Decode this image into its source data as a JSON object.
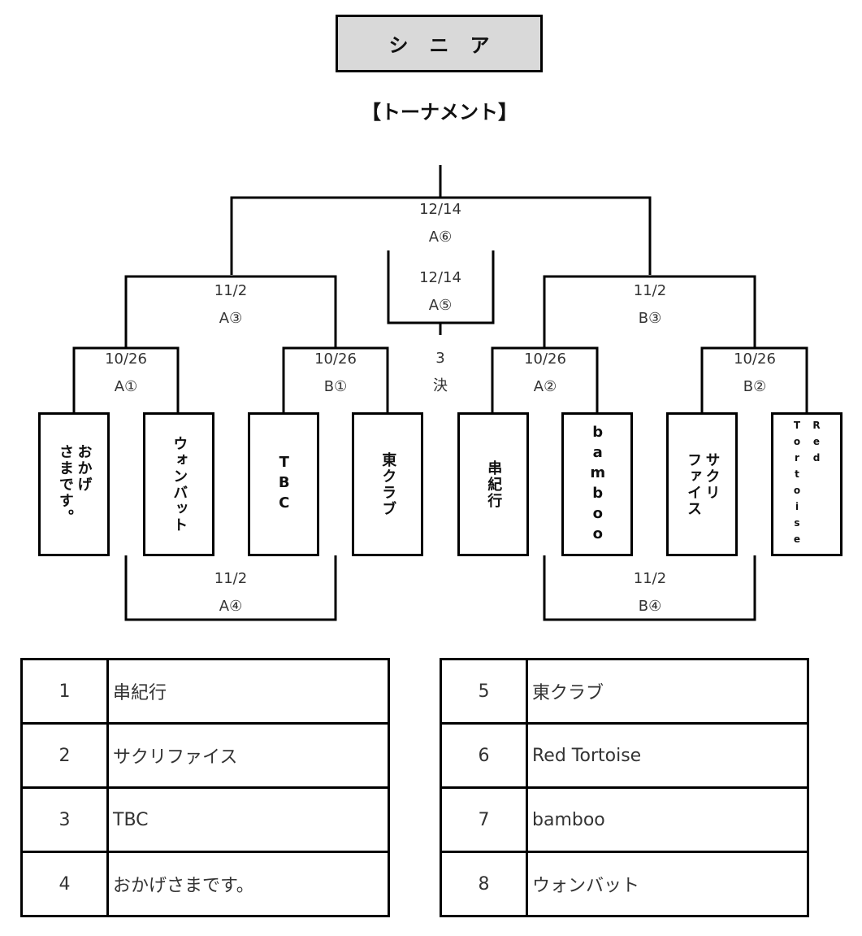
{
  "header": {
    "title": "シニア",
    "subtitle": "【トーナメント】"
  },
  "bracket": {
    "final": {
      "date": "12/14",
      "match": "A⑥"
    },
    "third_place": {
      "date": "12/14",
      "match": "A⑤"
    },
    "third_place_label": {
      "line1": "3",
      "line2": "決"
    },
    "semifinals": [
      {
        "date": "11/2",
        "match": "A③"
      },
      {
        "date": "11/2",
        "match": "B③"
      }
    ],
    "first_round": [
      {
        "date": "10/26",
        "match": "A①"
      },
      {
        "date": "10/26",
        "match": "B①"
      },
      {
        "date": "10/26",
        "match": "A②"
      },
      {
        "date": "10/26",
        "match": "B②"
      }
    ],
    "consolation": [
      {
        "date": "11/2",
        "match": "A④"
      },
      {
        "date": "11/2",
        "match": "B④"
      }
    ],
    "teams": [
      "おかげ\nさまです。",
      "ウォンバット",
      "TBC",
      "東クラブ",
      "串紀行",
      "bamboo",
      "サクリ\nファイス",
      "Red\nTortoise"
    ]
  },
  "roster_left": [
    {
      "num": "1",
      "name": "串紀行"
    },
    {
      "num": "2",
      "name": "サクリファイス"
    },
    {
      "num": "3",
      "name": "TBC"
    },
    {
      "num": "4",
      "name": "おかげさまです。"
    }
  ],
  "roster_right": [
    {
      "num": "5",
      "name": "東クラブ"
    },
    {
      "num": "6",
      "name": "Red Tortoise"
    },
    {
      "num": "7",
      "name": "bamboo"
    },
    {
      "num": "8",
      "name": "ウォンバット"
    }
  ]
}
